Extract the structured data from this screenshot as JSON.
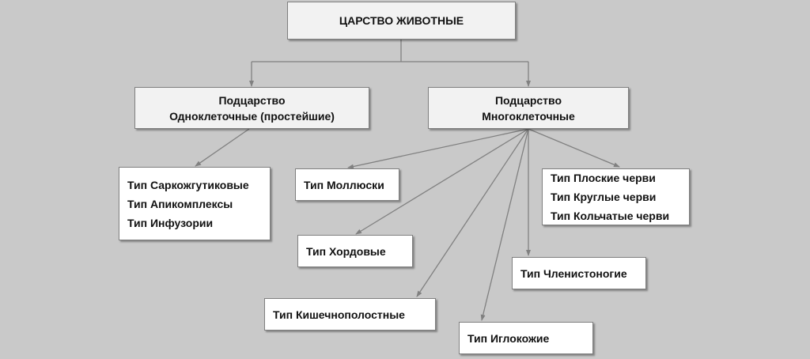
{
  "root": "ЦАРСТВО ЖИВОТНЫЕ",
  "subkingdoms": [
    {
      "line1": "Подцарство",
      "line2": "Одноклеточные (простейшие)"
    },
    {
      "line1": "Подцарство",
      "line2": "Многоклеточные"
    }
  ],
  "protists": [
    "Тип Саркожгутиковые",
    "Тип Апикомплексы",
    "Тип Инфузории"
  ],
  "multicellular": {
    "mollusca": "Тип Моллюски",
    "chordata": "Тип Хордовые",
    "cnidaria": "Тип Кишечнополостные",
    "echinodermata": "Тип Иглокожие",
    "arthropoda": "Тип Членистоногие",
    "worms": [
      "Тип Плоские черви",
      "Тип Круглые черви",
      "Тип Кольчатые черви"
    ]
  },
  "colors": {
    "background": "#c9c9c9",
    "line": "#808080",
    "header_box": "#f2f2f2"
  }
}
